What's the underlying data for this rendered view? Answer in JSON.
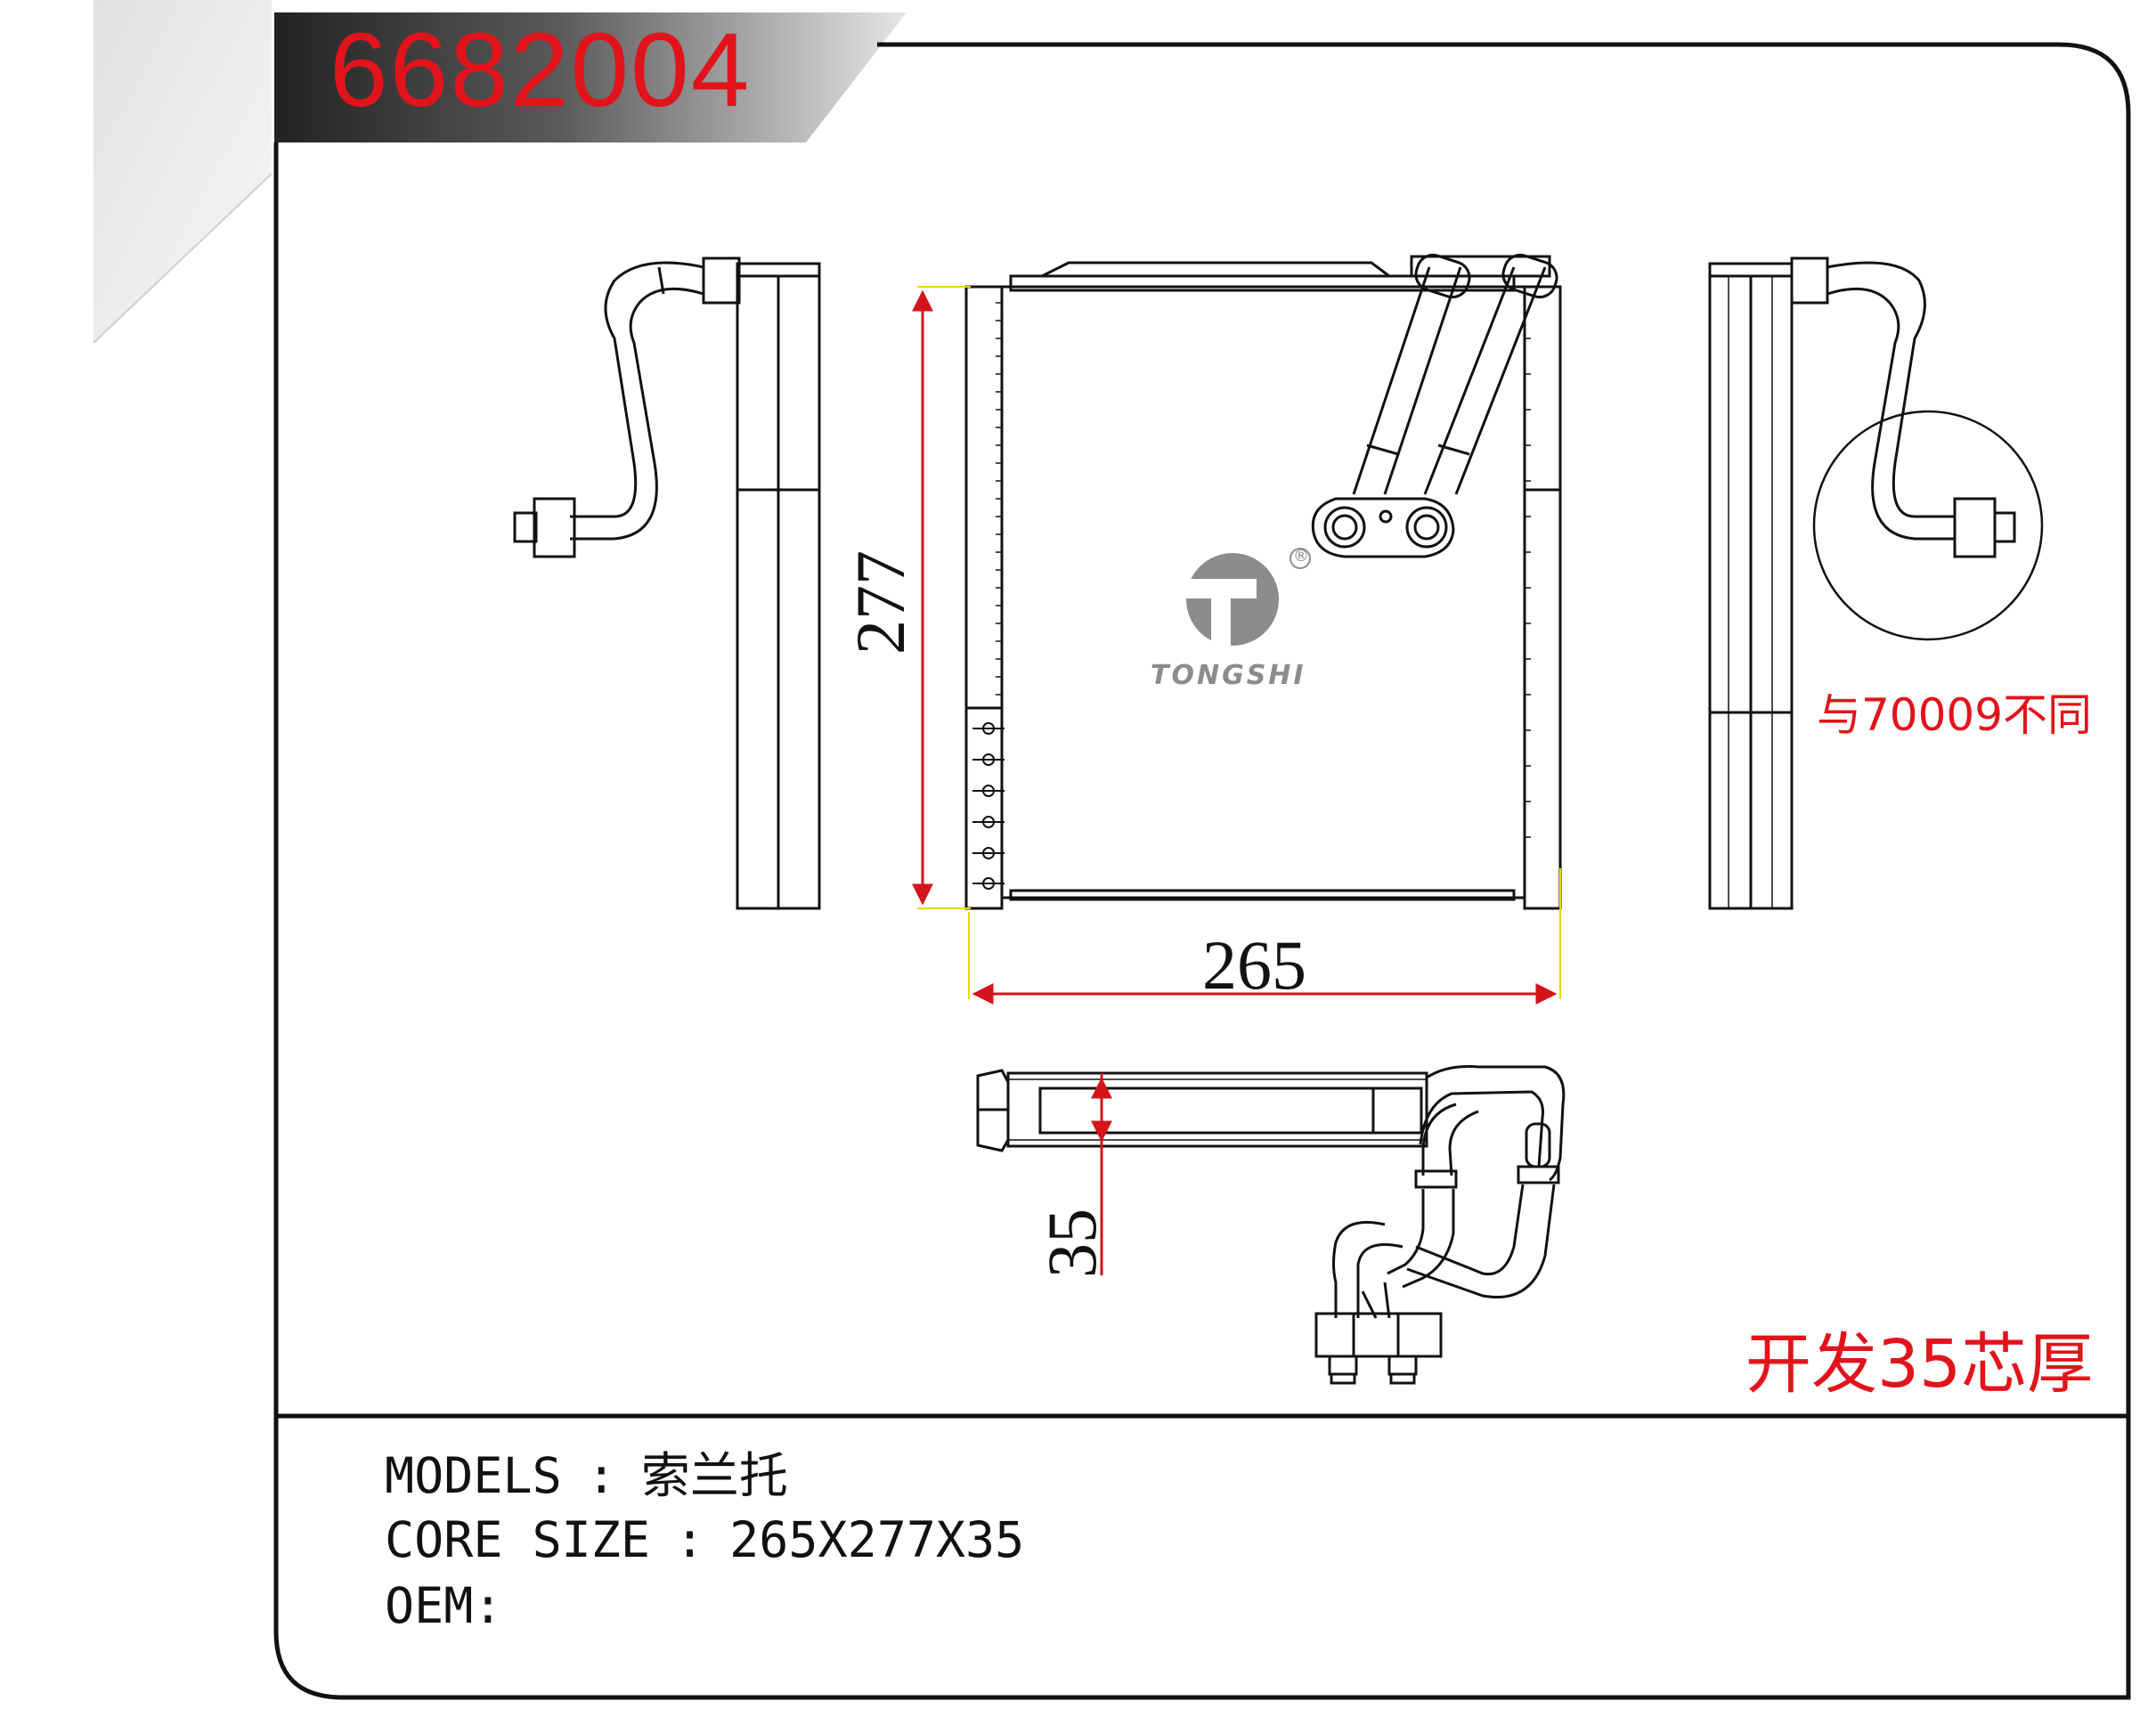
{
  "header": {
    "part_number": "6682004"
  },
  "drawing": {
    "dimensions": {
      "width": "265",
      "height": "277",
      "thickness": "35"
    },
    "brand_logo": {
      "text": "TONGSHI",
      "mark": "®"
    },
    "notes": {
      "difference": "与70009不同",
      "thickness_note": "开发35芯厚"
    }
  },
  "info": {
    "models_label": "MODELS",
    "models_value": "索兰托",
    "core_size_label": "CORE SIZE",
    "core_size_value": "265X277X35",
    "oem_label": "OEM:",
    "separator": ":"
  },
  "colors": {
    "accent": "#e3131b",
    "line": "#111111",
    "logo": "#8c8c8c",
    "dim_line": "#d4141b",
    "dim_ext": "#e8d800"
  }
}
